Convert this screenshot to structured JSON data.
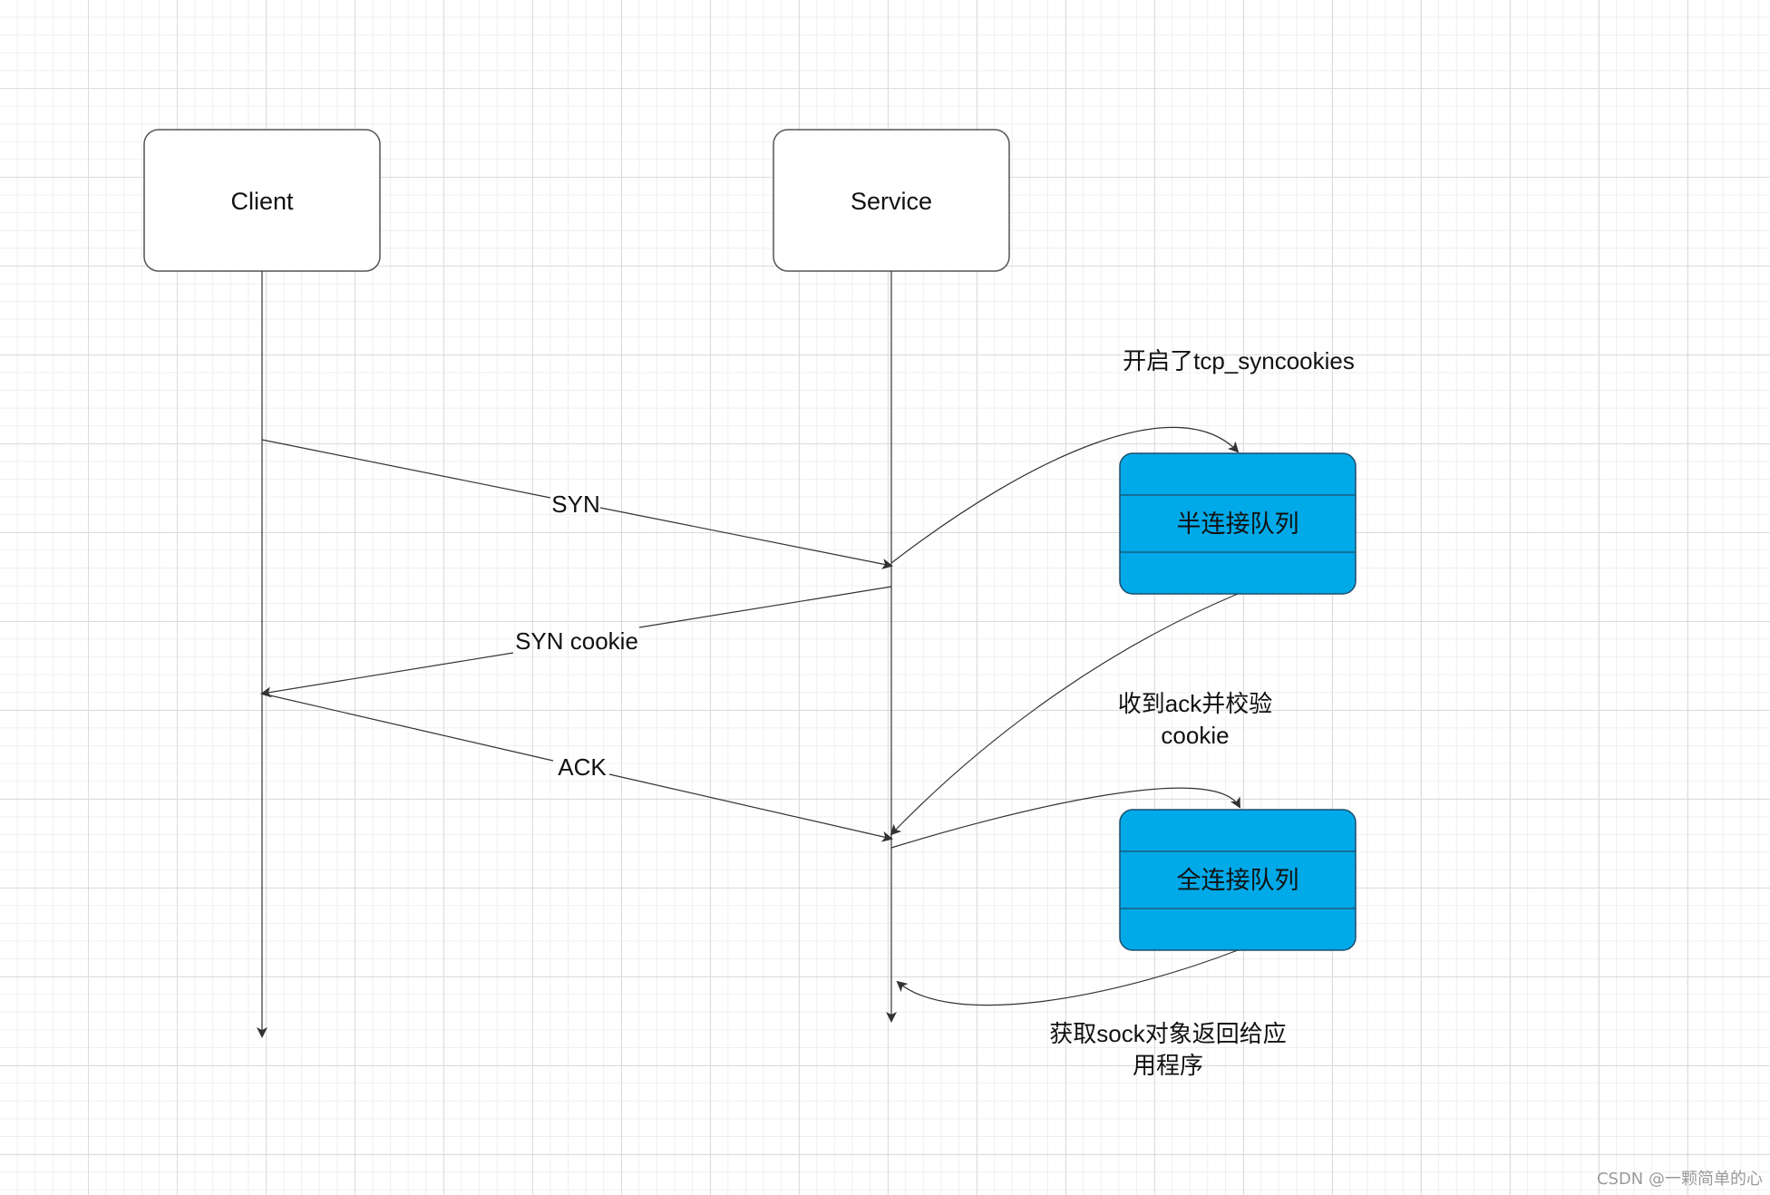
{
  "participants": {
    "client": "Client",
    "service": "Service"
  },
  "messages": {
    "syn": "SYN",
    "syn_cookie": "SYN cookie",
    "ack": "ACK"
  },
  "queues": {
    "half": "半连接队列",
    "full": "全连接队列"
  },
  "notes": {
    "syncookies_enabled": "开启了tcp_syncookies",
    "verify_line1": "收到ack并校验",
    "verify_line2": "cookie",
    "return_line1": "获取sock对象返回给应",
    "return_line2": "用程序"
  },
  "watermark": "CSDN @一颗简单的心",
  "colors": {
    "queue_fill": "#00a9e8",
    "line": "#333333",
    "box_border": "#555555"
  }
}
